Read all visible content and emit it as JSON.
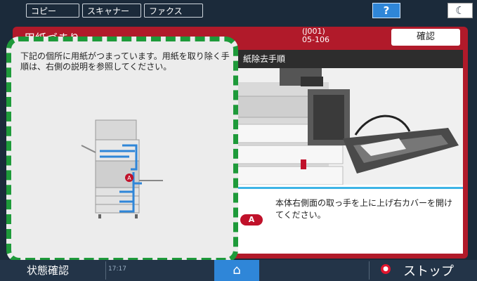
{
  "top_tabs": [
    {
      "label": "コピー"
    },
    {
      "label": "スキャナー"
    },
    {
      "label": "ファクス"
    }
  ],
  "help": {
    "label": "?"
  },
  "theme_toggle": {
    "label": "☾"
  },
  "error": {
    "title": "用紙づまり",
    "code_line1": "(J001)",
    "code_line2": "05-106",
    "confirm_label": "確認"
  },
  "left_panel": {
    "message": "下記の個所に用紙がつまっています。用紙を取り除く手順は、右側の説明を参照してください。",
    "marker_label": "A"
  },
  "right_panel": {
    "header": "紙除去手順",
    "step_badge": "A",
    "instruction": "本体右側面の取っ手を上に上げ右カバーを開けてください。"
  },
  "bottom": {
    "status_label": "状態確認",
    "time": "17:17",
    "stop_label": "ストップ"
  },
  "colors": {
    "alert_red": "#b11a2a",
    "highlight_green": "#1e9a3a",
    "accent_blue": "#2f86d8"
  }
}
